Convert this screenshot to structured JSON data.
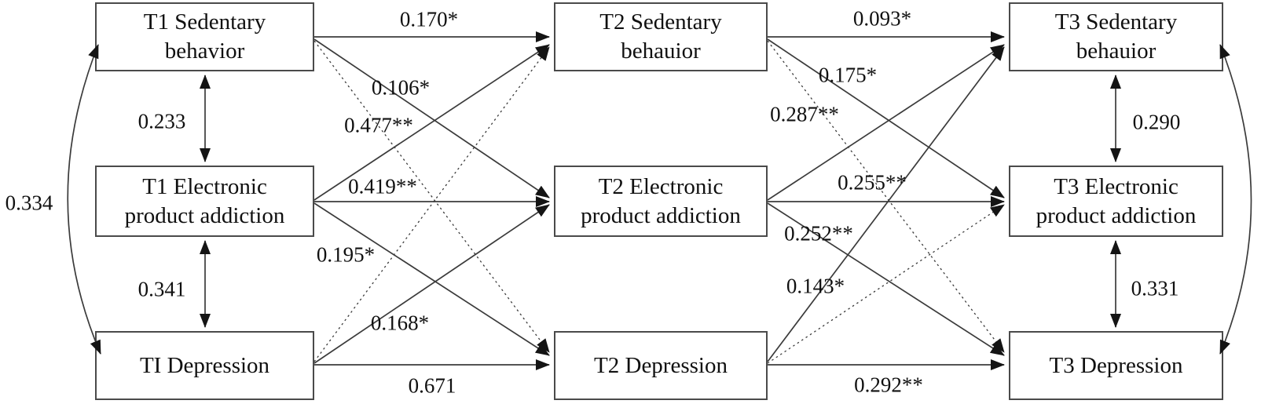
{
  "figure": {
    "type": "cross-lagged panel path diagram",
    "background_color": "#ffffff",
    "line_color": "#3b3b3b",
    "box_border_color": "#4a4a4a",
    "text_color": "#101010",
    "boxes": {
      "t1_sedentary": {
        "line1": "T1 Sedentary",
        "line2": "behavior"
      },
      "t1_electronic": {
        "line1": "T1 Electronic",
        "line2": "product addiction"
      },
      "t1_depression": {
        "line1": "TI Depression"
      },
      "t2_sedentary": {
        "line1": "T2 Sedentary",
        "line2": "behauior"
      },
      "t2_electronic": {
        "line1": "T2 Electronic",
        "line2": "product addiction"
      },
      "t2_depression": {
        "line1": "T2 Depression"
      },
      "t3_sedentary": {
        "line1": "T3 Sedentary",
        "line2": "behauior"
      },
      "t3_electronic": {
        "line1": "T3 Electronic",
        "line2": "product addiction"
      },
      "t3_depression": {
        "line1": "T3 Depression"
      }
    },
    "edges": [
      {
        "from": "t1_sedentary",
        "to": "t2_sedentary",
        "style": "solid",
        "label": "0.170*"
      },
      {
        "from": "t1_sedentary",
        "to": "t2_electronic",
        "style": "solid",
        "label": "0.106*"
      },
      {
        "from": "t1_sedentary",
        "to": "t2_depression",
        "style": "dashed",
        "label": ""
      },
      {
        "from": "t1_electronic",
        "to": "t2_sedentary",
        "style": "solid",
        "label": "0.477**"
      },
      {
        "from": "t1_electronic",
        "to": "t2_electronic",
        "style": "solid",
        "label": "0.419**"
      },
      {
        "from": "t1_electronic",
        "to": "t2_depression",
        "style": "solid",
        "label": "0.195*"
      },
      {
        "from": "t1_depression",
        "to": "t2_sedentary",
        "style": "dashed",
        "label": ""
      },
      {
        "from": "t1_depression",
        "to": "t2_electronic",
        "style": "solid",
        "label": "0.168*"
      },
      {
        "from": "t1_depression",
        "to": "t2_depression",
        "style": "solid",
        "label": "0.671"
      },
      {
        "from": "t2_sedentary",
        "to": "t3_sedentary",
        "style": "solid",
        "label": "0.093*"
      },
      {
        "from": "t2_sedentary",
        "to": "t3_electronic",
        "style": "solid",
        "label": "0.175*"
      },
      {
        "from": "t2_sedentary",
        "to": "t3_depression",
        "style": "dashed",
        "label": ""
      },
      {
        "from": "t2_electronic",
        "to": "t3_sedentary",
        "style": "solid",
        "label": "0.287**"
      },
      {
        "from": "t2_electronic",
        "to": "t3_electronic",
        "style": "solid",
        "label": "0.255**"
      },
      {
        "from": "t2_electronic",
        "to": "t3_depression",
        "style": "solid",
        "label": "0.252**"
      },
      {
        "from": "t2_depression",
        "to": "t3_sedentary",
        "style": "solid",
        "label": "0.143*"
      },
      {
        "from": "t2_depression",
        "to": "t3_electronic",
        "style": "dashed",
        "label": ""
      },
      {
        "from": "t2_depression",
        "to": "t3_depression",
        "style": "solid",
        "label": "0.292**"
      }
    ],
    "correlations": [
      {
        "between": [
          "t1_sedentary",
          "t1_electronic"
        ],
        "shape": "straight",
        "label": "0.233"
      },
      {
        "between": [
          "t1_electronic",
          "t1_depression"
        ],
        "shape": "straight",
        "label": "0.341"
      },
      {
        "between": [
          "t1_sedentary",
          "t1_depression"
        ],
        "shape": "curved",
        "label": "0.334"
      },
      {
        "between": [
          "t3_sedentary",
          "t3_electronic"
        ],
        "shape": "straight",
        "label": "0.290"
      },
      {
        "between": [
          "t3_electronic",
          "t3_depression"
        ],
        "shape": "straight",
        "label": "0.331"
      },
      {
        "between": [
          "t3_sedentary",
          "t3_depression"
        ],
        "shape": "curved",
        "label": ""
      }
    ]
  }
}
